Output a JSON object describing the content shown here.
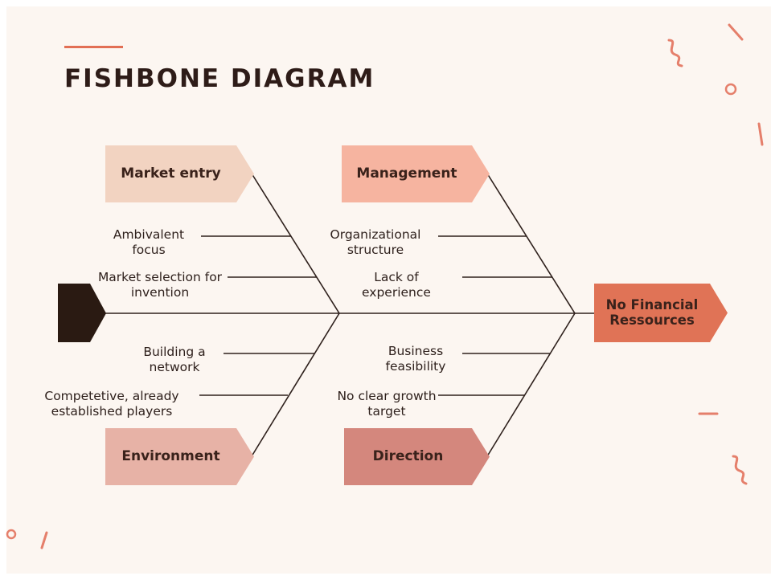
{
  "title": "FISHBONE DIAGRAM",
  "effect": {
    "label": "No Financial Ressources",
    "color": "#e07356"
  },
  "categories": [
    {
      "label": "Market entry",
      "color": "#f2d3c1"
    },
    {
      "label": "Management",
      "color": "#f6b4a0"
    },
    {
      "label": "Environment",
      "color": "#e7b2a6"
    },
    {
      "label": "Direction",
      "color": "#d4877d"
    }
  ],
  "causes": {
    "market_entry": [
      "Ambivalent focus",
      "Market selection for invention"
    ],
    "management": [
      "Organizational structure",
      "Lack of experience"
    ],
    "environment": [
      "Building a network",
      "Competetive, already established players"
    ],
    "direction": [
      "Business feasibility",
      "No clear growth target"
    ]
  },
  "colors": {
    "background": "#fcf6f1",
    "accent": "#e26f55",
    "tail": "#2a1a12",
    "lines": "#2e201c"
  }
}
